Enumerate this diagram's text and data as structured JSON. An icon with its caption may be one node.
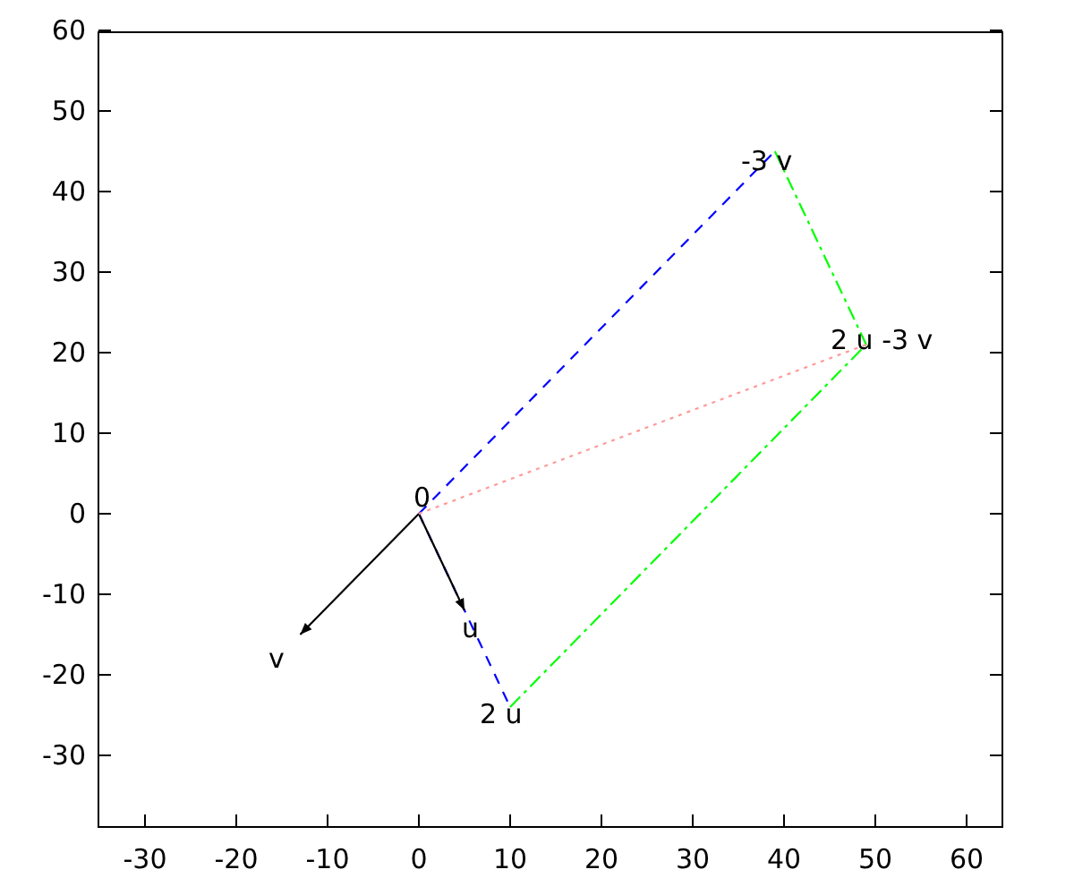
{
  "diagram": {
    "nodes": [
      {
        "text": [
          "0"
        ]
      },
      {
        "text": [
          "u"
        ]
      },
      {
        "text": [
          "v"
        ]
      },
      {
        "text": [
          "2 u"
        ]
      },
      {
        "text": [
          "-3 v"
        ]
      },
      {
        "text": [
          "2 u -3 v"
        ]
      }
    ],
    "edges": [
      {
        "from": 0,
        "to": 3,
        "arrow": "none",
        "style": "dashed",
        "color": "#0000ff"
      },
      {
        "from": 0,
        "to": 1,
        "arrow": "to",
        "color": "#000000"
      },
      {
        "from": 0,
        "to": 2,
        "arrow": "to",
        "color": "#000000"
      },
      {
        "from": 0,
        "to": 4,
        "arrow": "none",
        "style": "dashed",
        "color": "#0000ff"
      },
      {
        "from": 3,
        "to": 5,
        "arrow": "none",
        "style": "dashed",
        "color": "#00ff00"
      },
      {
        "from": 4,
        "to": 5,
        "arrow": "none",
        "style": "dashed",
        "color": "#00ff00"
      },
      {
        "from": 0,
        "to": 5,
        "arrow": "none",
        "style": "dashed",
        "color": "#ff9999"
      }
    ],
    "labels": [
      "60",
      "50",
      "40",
      "30",
      "20",
      "10",
      "0",
      "-10",
      "-20",
      "-30",
      "-30",
      "-20",
      "-10",
      "0",
      "10",
      "20",
      "30",
      "40",
      "50",
      "60"
    ]
  }
}
